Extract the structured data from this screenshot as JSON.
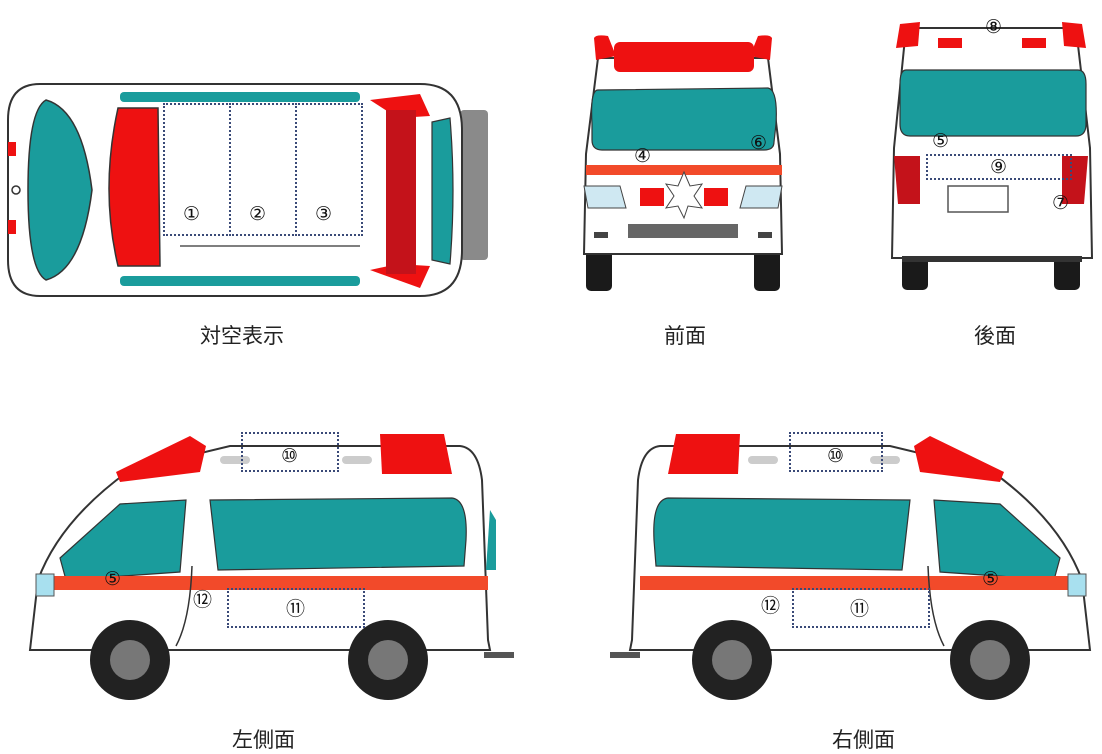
{
  "captions": {
    "top": "対空表示",
    "front": "前面",
    "rear": "後面",
    "left": "左側面",
    "right": "右側面"
  },
  "markers": {
    "m1": "①",
    "m2": "②",
    "m3": "③",
    "m4": "④",
    "m5": "⑤",
    "m6": "⑥",
    "m7": "⑦",
    "m8": "⑧",
    "m9": "⑨",
    "m10": "⑩",
    "m11": "⑪",
    "m12": "⑫"
  },
  "colors": {
    "body": "#ffffff",
    "glass": "#1a9c9c",
    "red": "#ee1111",
    "darkred": "#c4121a",
    "stripe": "#f24a2a",
    "zone_border": "#3a4a78"
  }
}
